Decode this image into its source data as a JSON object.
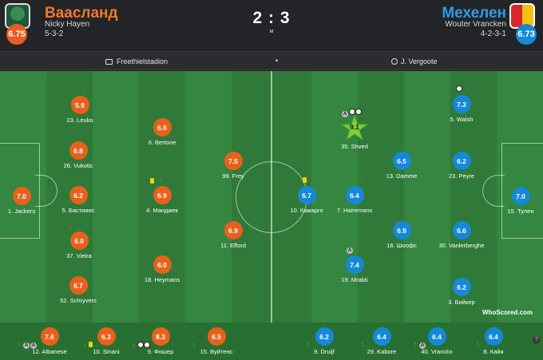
{
  "home": {
    "name": "Ваасланд",
    "coach": "Nicky Hayen",
    "formation": "5-3-2",
    "rating": "6.75"
  },
  "away": {
    "name": "Мехелен",
    "coach": "Wouter Vrancken",
    "formation": "4-2-3-1",
    "rating": "6.73"
  },
  "match": {
    "score": "2 : 3",
    "status": "м"
  },
  "info": {
    "stadium": "Freethielstadion",
    "separator": "•",
    "referee": "J. Vergoote"
  },
  "colors": {
    "home": "#e8611c",
    "away": "#1589d8",
    "pitch": "#2f7a38",
    "star": "#7bd13a"
  },
  "players_home": [
    {
      "label": "1. Jackers",
      "rating": "7.0"
    },
    {
      "label": "23. Leuko",
      "rating": "5.9"
    },
    {
      "label": "26. Vukotic",
      "rating": "6.8"
    },
    {
      "label": "5. Бастианс",
      "rating": "6.2"
    },
    {
      "label": "37. Vieira",
      "rating": "6.0"
    },
    {
      "label": "52. Schryvers",
      "rating": "6.7"
    },
    {
      "label": "6. Bertone",
      "rating": "6.6"
    },
    {
      "label": "4. Манджек",
      "rating": "6.9"
    },
    {
      "label": "18. Heymans",
      "rating": "6.0"
    },
    {
      "label": "99. Frey",
      "rating": "7.5"
    },
    {
      "label": "11. Efford",
      "rating": "6.9"
    }
  ],
  "players_away": [
    {
      "label": "15. Тулен",
      "rating": "7.0"
    },
    {
      "label": "5. Walsh",
      "rating": "7.3"
    },
    {
      "label": "23. Peyre",
      "rating": "6.2"
    },
    {
      "label": "30. Vanlerberghe",
      "rating": "6.6"
    },
    {
      "label": "3. Бийкер",
      "rating": "6.2"
    },
    {
      "label": "13. Damme",
      "rating": "6.5"
    },
    {
      "label": "16. Шоофс",
      "rating": "6.9"
    },
    {
      "label": "35. Shved",
      "rating": "9.1"
    },
    {
      "label": "7. Hairemans",
      "rating": "6.4"
    },
    {
      "label": "19. Mrabti",
      "rating": "7.4"
    },
    {
      "label": "10. Камарго",
      "rating": "6.7"
    }
  ],
  "subs_home": [
    {
      "label": "12. Albanese",
      "rating": "7.6"
    },
    {
      "label": "10. Sinani",
      "rating": "6.3"
    },
    {
      "label": "9. Фошер",
      "rating": "8.3"
    },
    {
      "label": "15. Вуйтенс",
      "rating": "6.5"
    }
  ],
  "subs_away": [
    {
      "label": "9. Druijf",
      "rating": "6.2"
    },
    {
      "label": "29. Kabore",
      "rating": "6.4"
    },
    {
      "label": "40. Vranckx",
      "rating": "6.4"
    },
    {
      "label": "8. Кайя",
      "rating": "6.4"
    }
  ],
  "icons": {
    "subbed_off": "↓",
    "subbed_on": "↑",
    "assist": "A",
    "stadium_icon": "stadium-icon",
    "referee_icon": "whistle-icon"
  },
  "brand": {
    "text": "WhoScored.com",
    "help": "?"
  }
}
